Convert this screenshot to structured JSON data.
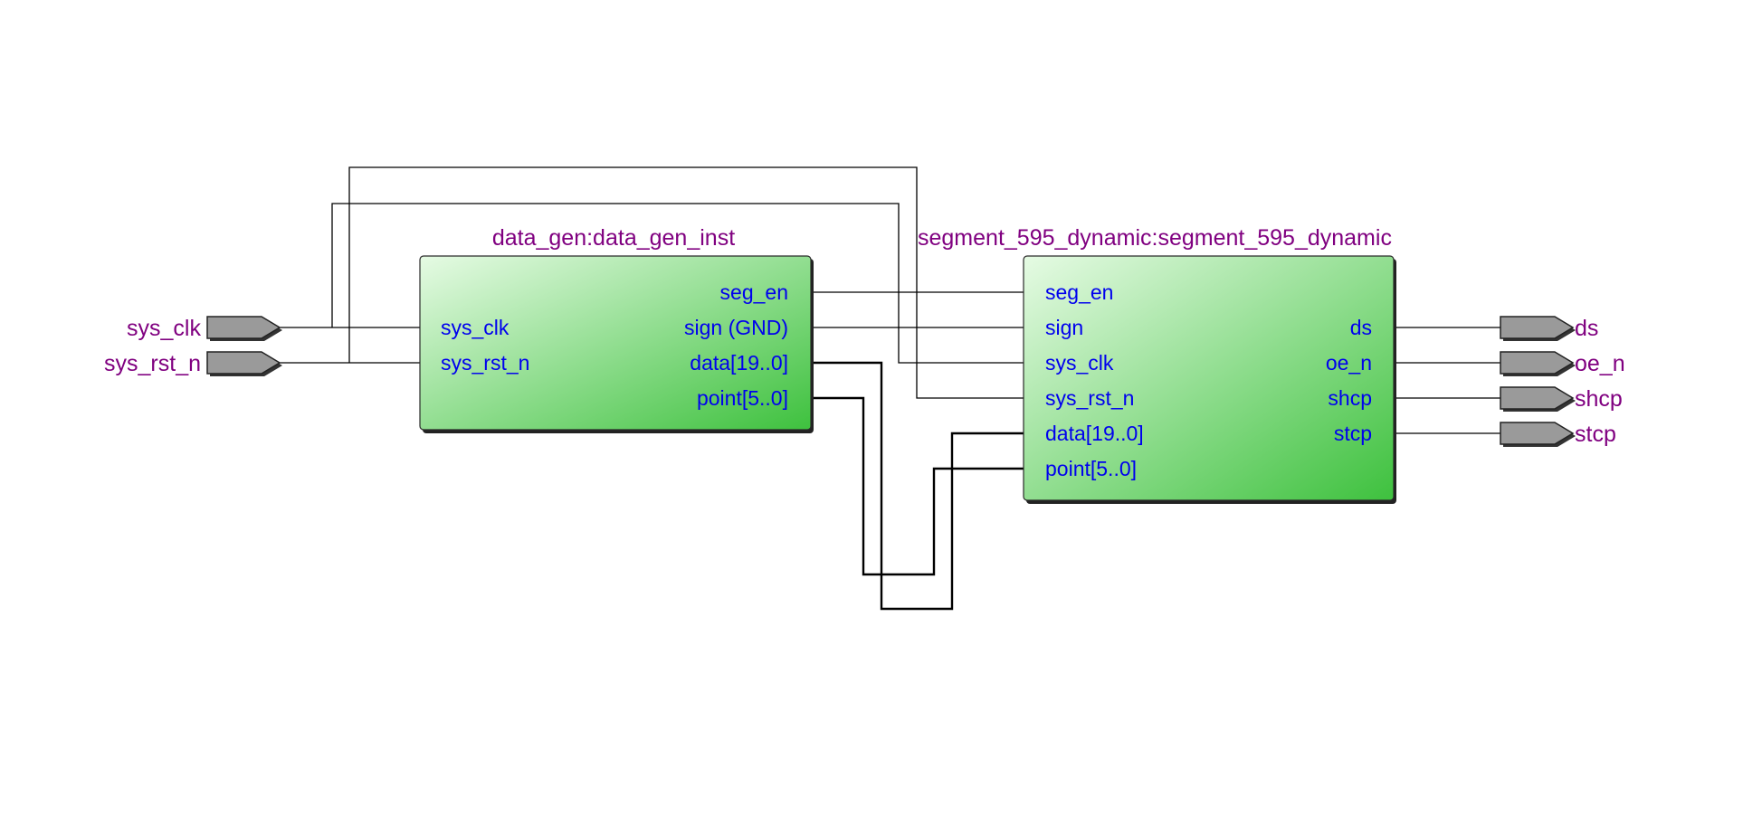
{
  "inputs": [
    {
      "id": "sys_clk",
      "label": "sys_clk"
    },
    {
      "id": "sys_rst_n",
      "label": "sys_rst_n"
    }
  ],
  "outputs": [
    {
      "id": "ds",
      "label": "ds"
    },
    {
      "id": "oe_n",
      "label": "oe_n"
    },
    {
      "id": "shcp",
      "label": "shcp"
    },
    {
      "id": "stcp",
      "label": "stcp"
    }
  ],
  "blocks": {
    "data_gen": {
      "title": "data_gen:data_gen_inst",
      "ports_in": [
        "sys_clk",
        "sys_rst_n"
      ],
      "ports_out": [
        "seg_en",
        "sign (GND)",
        "data[19..0]",
        "point[5..0]"
      ]
    },
    "segment": {
      "title": "segment_595_dynamic:segment_595_dynamic",
      "ports_in": [
        "seg_en",
        "sign",
        "sys_clk",
        "sys_rst_n",
        "data[19..0]",
        "point[5..0]"
      ],
      "ports_out": [
        "ds",
        "oe_n",
        "shcp",
        "stcp"
      ]
    }
  },
  "colors": {
    "block_light": "#e6fbe4",
    "block_dark": "#3ec13e",
    "label": "#800080",
    "port": "#0000ee",
    "pin": "#9a9a9a"
  }
}
